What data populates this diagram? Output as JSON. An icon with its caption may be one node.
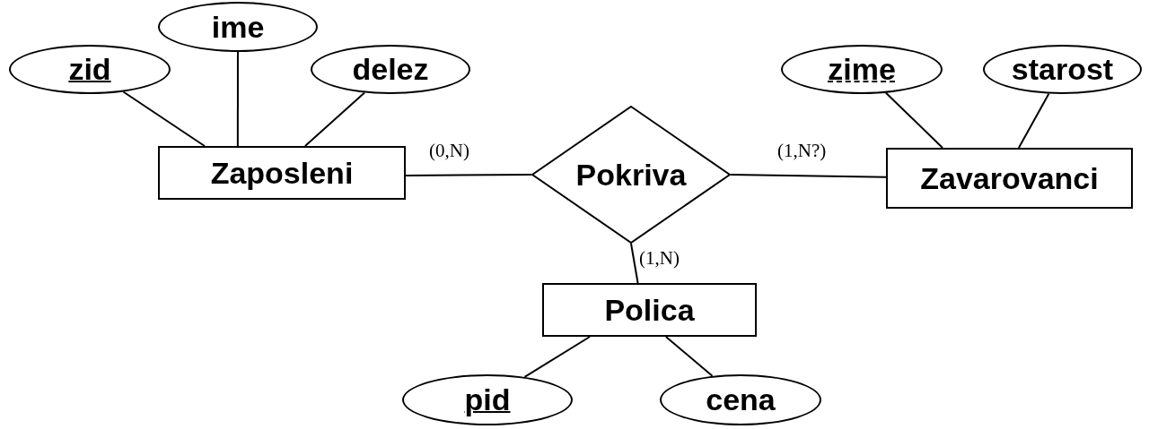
{
  "diagram": {
    "nodes": [
      {
        "text": [
          "zid"
        ]
      },
      {
        "text": [
          "ime"
        ]
      },
      {
        "text": [
          "delez"
        ]
      },
      {
        "text": [
          "Zaposleni"
        ]
      },
      {
        "text": [
          "Pokriva"
        ]
      },
      {
        "text": [
          "zime"
        ]
      },
      {
        "text": [
          "starost"
        ]
      },
      {
        "text": [
          "Zavarovanci"
        ]
      },
      {
        "text": [
          "Polica"
        ]
      },
      {
        "text": [
          "pid"
        ]
      },
      {
        "text": [
          "cena"
        ]
      }
    ],
    "edges": [
      {
        "from": 0,
        "to": 3,
        "arrow": "none"
      },
      {
        "from": 1,
        "to": 3,
        "arrow": "none"
      },
      {
        "from": 2,
        "to": 3,
        "arrow": "none"
      },
      {
        "from": 3,
        "to": 4,
        "arrow": "none",
        "label": "(0,N)"
      },
      {
        "from": 4,
        "to": 7,
        "arrow": "none",
        "label": "(1,N?)"
      },
      {
        "from": 5,
        "to": 7,
        "arrow": "none"
      },
      {
        "from": 6,
        "to": 7,
        "arrow": "none"
      },
      {
        "from": 4,
        "to": 8,
        "arrow": "none",
        "label": "(1,N)"
      },
      {
        "from": 8,
        "to": 9,
        "arrow": "none"
      },
      {
        "from": 8,
        "to": 10,
        "arrow": "none"
      }
    ]
  }
}
